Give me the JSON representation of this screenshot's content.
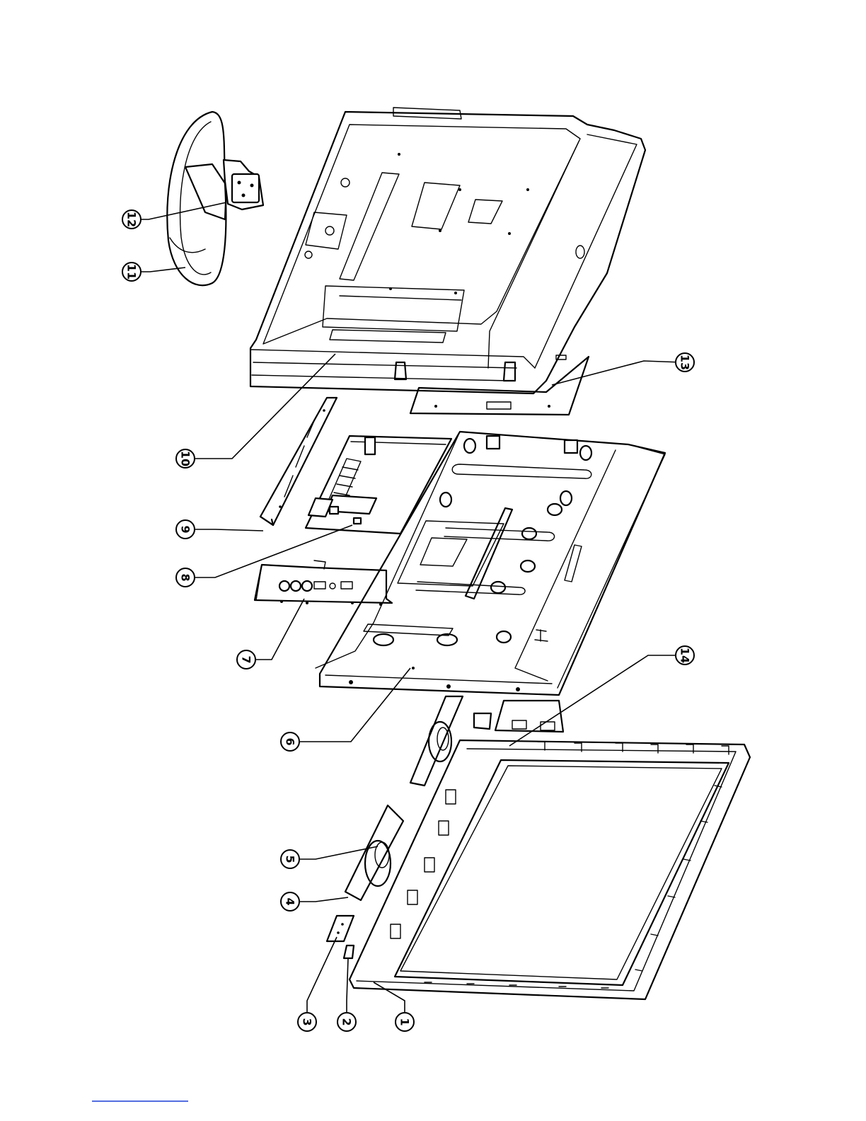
{
  "diagram": {
    "callouts": [
      {
        "id": 1,
        "label": "1"
      },
      {
        "id": 2,
        "label": "2"
      },
      {
        "id": 3,
        "label": "3"
      },
      {
        "id": 4,
        "label": "4"
      },
      {
        "id": 5,
        "label": "5"
      },
      {
        "id": 6,
        "label": "6"
      },
      {
        "id": 7,
        "label": "7"
      },
      {
        "id": 8,
        "label": "8"
      },
      {
        "id": 9,
        "label": "9"
      },
      {
        "id": 10,
        "label": "10"
      },
      {
        "id": 11,
        "label": "11"
      },
      {
        "id": 12,
        "label": "12"
      },
      {
        "id": 13,
        "label": "13"
      },
      {
        "id": 14,
        "label": "14"
      }
    ]
  },
  "colors": {
    "line": "#000000",
    "background": "#ffffff",
    "footer_rule": "#1a3fd6"
  }
}
